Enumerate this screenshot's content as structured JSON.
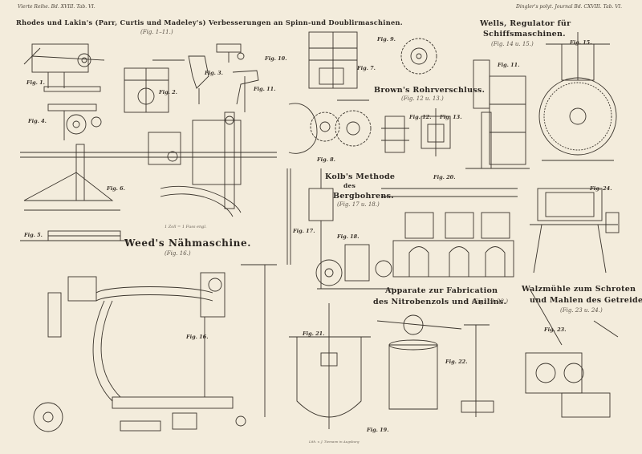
{
  "header": {
    "left": "Vierte Reihe. Bd. XVIII. Tab. VI.",
    "right": "Dingler's polyt. Journal Bd. CXVIII. Tab. VI."
  },
  "sections": {
    "rhodes": {
      "title": "Rhodes und Lakin's (Parr, Curtis und Madeley's) Verbesserungen an Spinn-und Doublirmaschinen.",
      "sub": "(Fig. 1–11.)"
    },
    "weed": {
      "title": "Weed's Nähmaschine.",
      "sub": "(Fig. 16.)"
    },
    "brown": {
      "title": "Brown's Rohrverschluss.",
      "sub": "(Fig. 12 u. 13.)"
    },
    "wells": {
      "title1": "Wells, Regulator für",
      "title2": "Schiffsmaschinen.",
      "sub": "(Fig. 14 u. 15.)"
    },
    "kolb": {
      "title1": "Kolb's Methode",
      "title2": "des",
      "title3": "Bergbohrens.",
      "sub": "(Fig. 17 u. 18.)"
    },
    "apparate": {
      "title1": "Apparate zur Fabrication",
      "title2": "des Nitrobenzols und Anilins.",
      "sub": "(Fig. 19–22.)"
    },
    "walz": {
      "title1": "Walzmühle zum Schroten",
      "title2": "und Mahlen des Getreides.",
      "sub": "(Fig. 23 u. 24.)"
    }
  },
  "scale_note": "1 Zoll = 1 Fuss engl.",
  "imprint": "Lith. v. J. Tiemann in Augsburg",
  "figures": {
    "f1": "Fig. 1.",
    "f2": "Fig. 2.",
    "f3": "Fig. 3.",
    "f4": "Fig. 4.",
    "f5": "Fig. 5.",
    "f6": "Fig. 6.",
    "f7": "Fig. 7.",
    "f8": "Fig. 8.",
    "f9": "Fig. 9.",
    "f10": "Fig. 10.",
    "f11a": "Fig. 11.",
    "f11b": "Fig. 11.",
    "f12": "Fig. 12.",
    "f13": "Fig. 13.",
    "f15": "Fig. 15.",
    "f16": "Fig. 16.",
    "f17": "Fig. 17.",
    "f18": "Fig. 18.",
    "f19": "Fig. 19.",
    "f20": "Fig. 20.",
    "f21": "Fig. 21.",
    "f22": "Fig. 22.",
    "f23": "Fig. 23.",
    "f24": "Fig. 24."
  },
  "colors": {
    "paper": "#f3ecdc",
    "ink": "#2a2520"
  }
}
